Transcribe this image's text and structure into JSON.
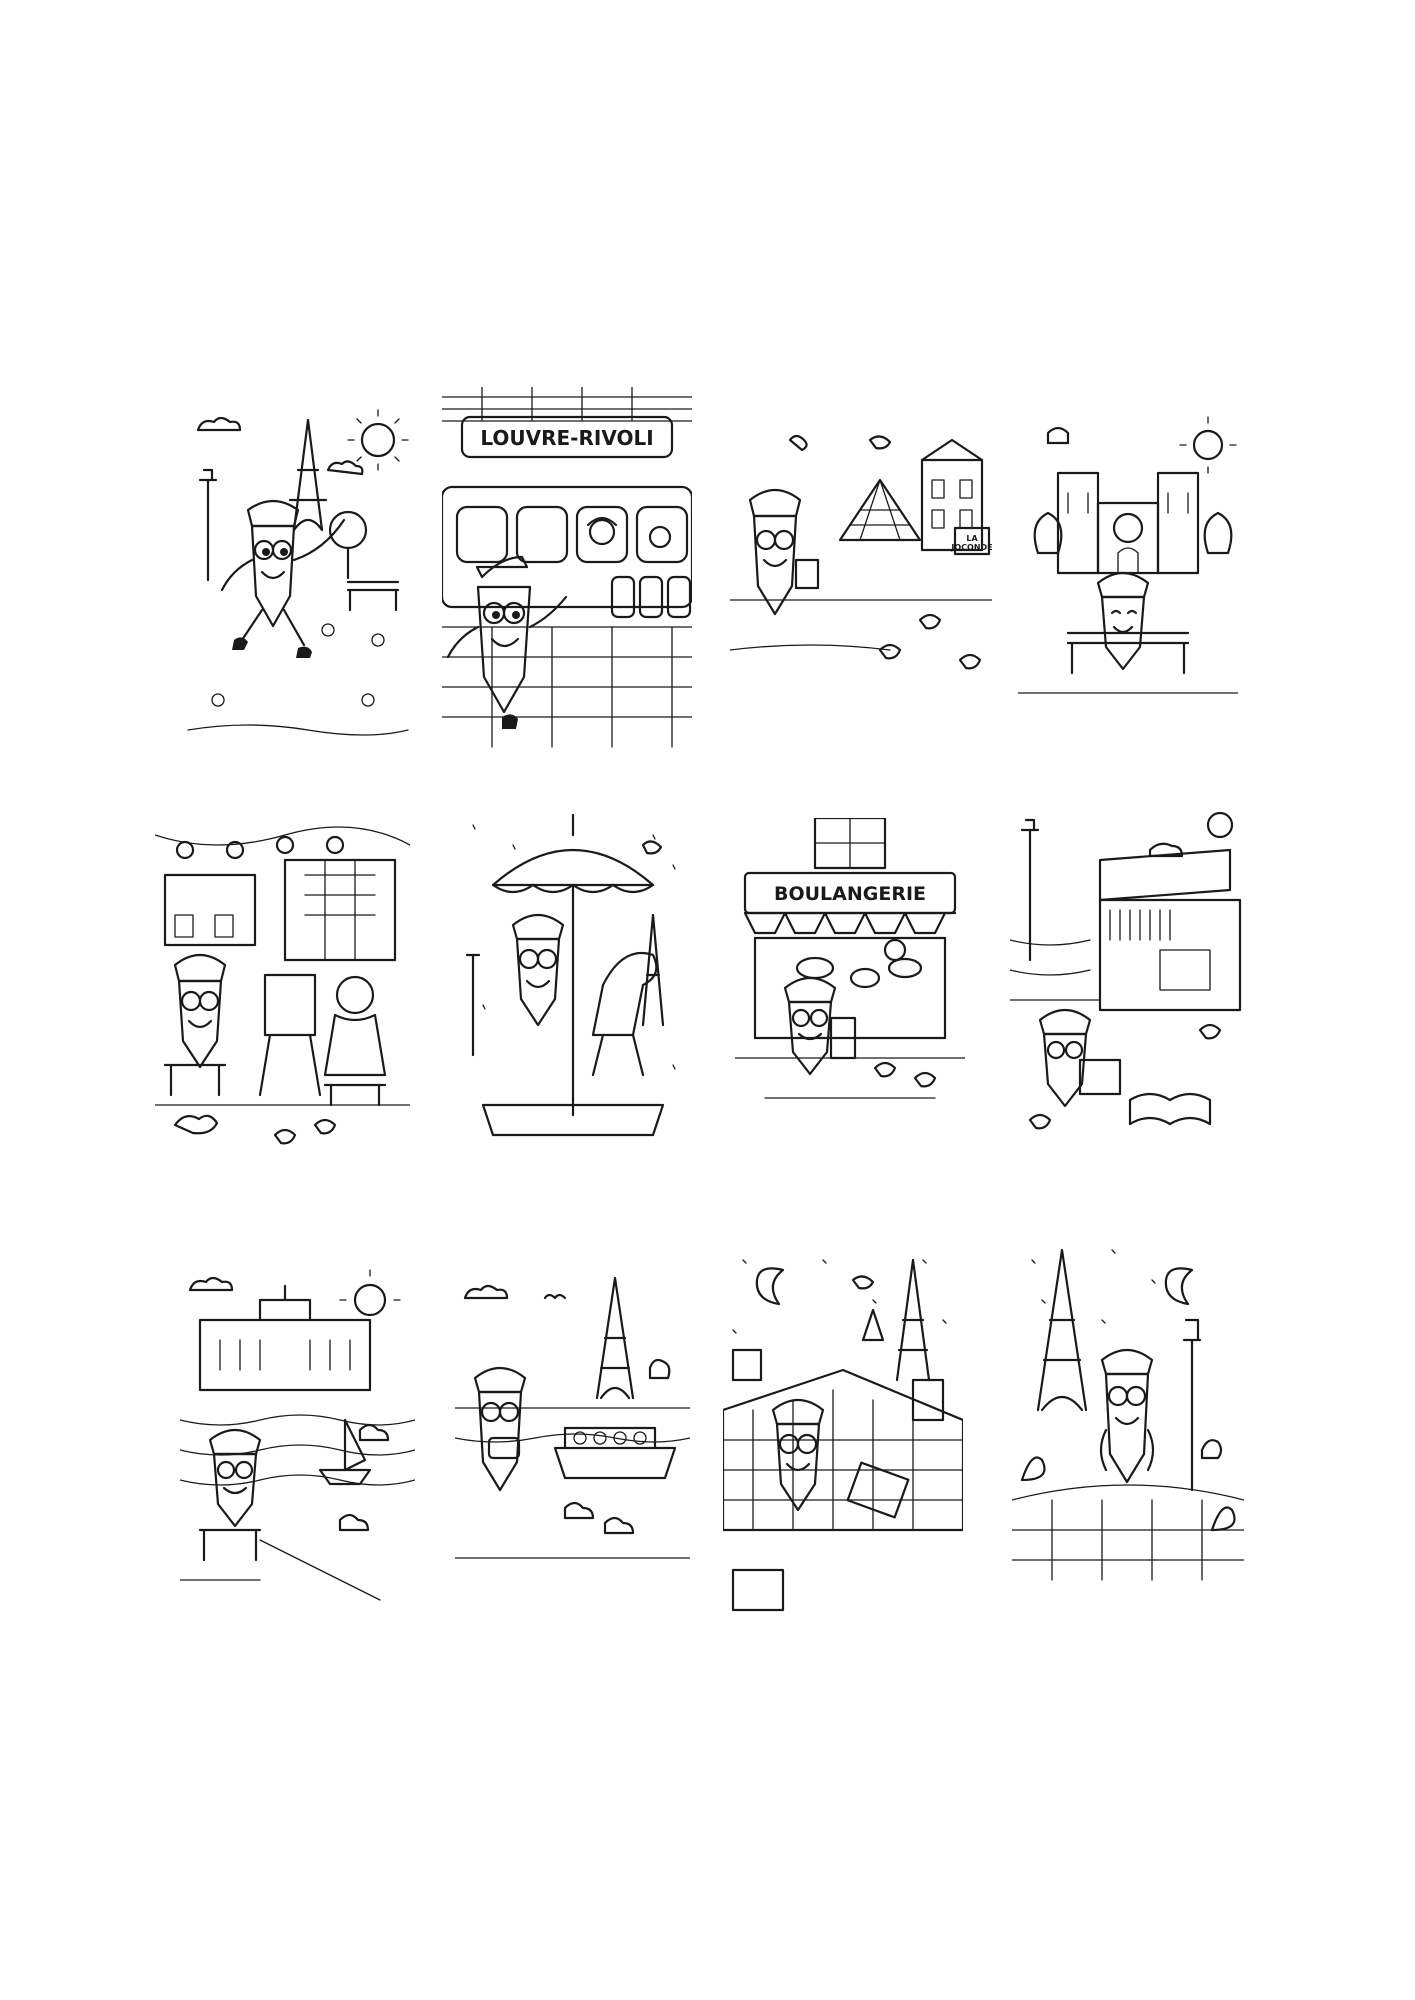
{
  "colors": {
    "background": "#ffffff",
    "ink": "#1a1a1a"
  },
  "pages": [
    {
      "scene": "eiffel-tower-walk",
      "sign": ""
    },
    {
      "scene": "metro-station",
      "sign": "LOUVRE-RIVOLI"
    },
    {
      "scene": "louvre-pyramid",
      "sign": "LA JOCONDE"
    },
    {
      "scene": "notre-dame",
      "sign": ""
    },
    {
      "scene": "painter-square",
      "sign": ""
    },
    {
      "scene": "carousel",
      "sign": ""
    },
    {
      "scene": "bakery",
      "sign": "BOULANGERIE"
    },
    {
      "scene": "bouquinistes",
      "sign": ""
    },
    {
      "scene": "luxembourg-garden",
      "sign": ""
    },
    {
      "scene": "seine-boat",
      "sign": ""
    },
    {
      "scene": "rooftops-night",
      "sign": ""
    },
    {
      "scene": "eiffel-night",
      "sign": ""
    }
  ]
}
